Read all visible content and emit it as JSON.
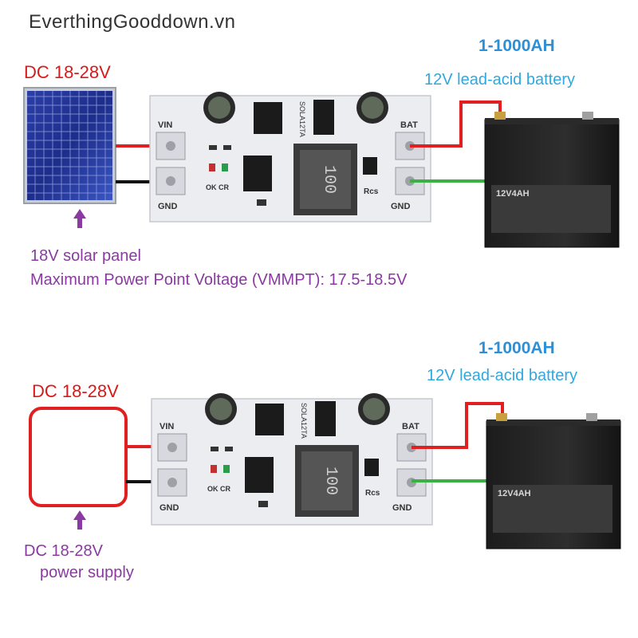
{
  "watermark": "EverthingGooddown.vn",
  "top": {
    "input_voltage": "DC 18-28V",
    "capacity": "1-1000AH",
    "battery_type": "12V lead-acid battery",
    "source_line1": "18V solar panel",
    "source_line2": "Maximum Power Point Voltage (VMMPT): 17.5-18.5V"
  },
  "bottom": {
    "input_voltage": "DC 18-28V",
    "capacity": "1-1000AH",
    "battery_type": "12V lead-acid battery",
    "source_line1": "DC 18-28V",
    "source_line2": "power supply"
  },
  "board": {
    "vin": "VIN",
    "gnd": "GND",
    "bat": "BAT",
    "ok": "OK",
    "cr": "CR",
    "rcs": "Rcs",
    "inductor": "100",
    "model": "SOLA12TA"
  },
  "battery_label": "12V4AH",
  "colors": {
    "positive_wire": "#e02020",
    "negative_wire": "#111111",
    "battery_negative_wire": "#3cb043"
  }
}
